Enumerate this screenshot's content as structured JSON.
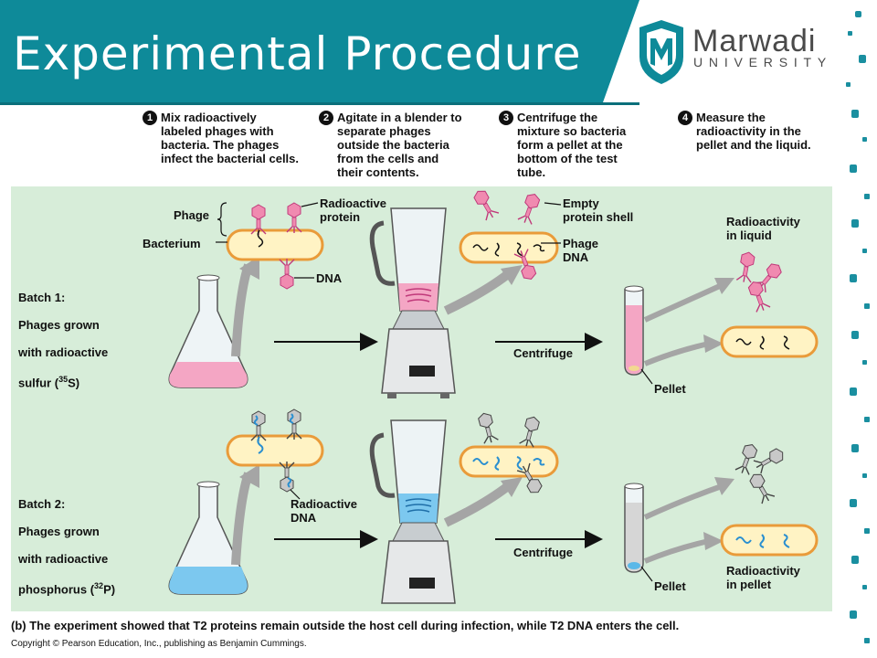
{
  "header": {
    "title": "Experimental Procedure",
    "bg_color": "#0e8a99",
    "logo_name": "Marwadi",
    "logo_sub": "UNIVERSITY"
  },
  "steps": [
    {
      "num": "1",
      "text": "Mix radioactively\nlabeled phages with\nbacteria. The phages\ninfect the bacterial cells."
    },
    {
      "num": "2",
      "text": "Agitate in a blender to\nseparate phages\noutside the bacteria\nfrom the cells and\ntheir contents."
    },
    {
      "num": "3",
      "text": "Centrifuge the\nmixture so bacteria\nform a pellet at the\nbottom of the test\ntube."
    },
    {
      "num": "4",
      "text": "Measure the\nradioactivity in the\npellet and the liquid."
    }
  ],
  "labels": {
    "phage": "Phage",
    "radioactive_protein": "Radioactive\nprotein",
    "bacterium": "Bacterium",
    "dna": "DNA",
    "empty_protein_shell": "Empty\nprotein shell",
    "phage_dna": "Phage\nDNA",
    "radioactivity_in_liquid": "Radioactivity\nin liquid",
    "centrifuge_1": "Centrifuge",
    "pellet_1": "Pellet",
    "radioactive_dna": "Radioactive\nDNA",
    "centrifuge_2": "Centrifuge",
    "pellet_2": "Pellet",
    "radioactivity_in_pellet": "Radioactivity\nin pellet"
  },
  "batch1": {
    "label": "Batch 1:",
    "desc_1": "Phages grown",
    "desc_2": "with radioactive",
    "desc_3": "sulfur (",
    "isotope_mass": "35",
    "isotope_symbol": "S)"
  },
  "batch2": {
    "label": "Batch 2:",
    "desc_1": "Phages grown",
    "desc_2": "with radioactive",
    "desc_3": "phosphorus (",
    "isotope_mass": "32",
    "isotope_symbol": "P)"
  },
  "caption": {
    "prefix": "(b)",
    "text": "The experiment showed that T2 proteins remain outside the host cell during infection, while T2 DNA enters the cell."
  },
  "copyright": "Copyright © Pearson Education, Inc., publishing as Benjamin Cummings.",
  "colors": {
    "panel_bg": "#d7edd9",
    "pink": "#f08ab0",
    "magenta": "#c0397a",
    "blue": "#5bb8e8",
    "cell_fill": "#fff3c4",
    "cell_border": "#e99b3a",
    "arrow_gray": "#a5a5a5"
  }
}
